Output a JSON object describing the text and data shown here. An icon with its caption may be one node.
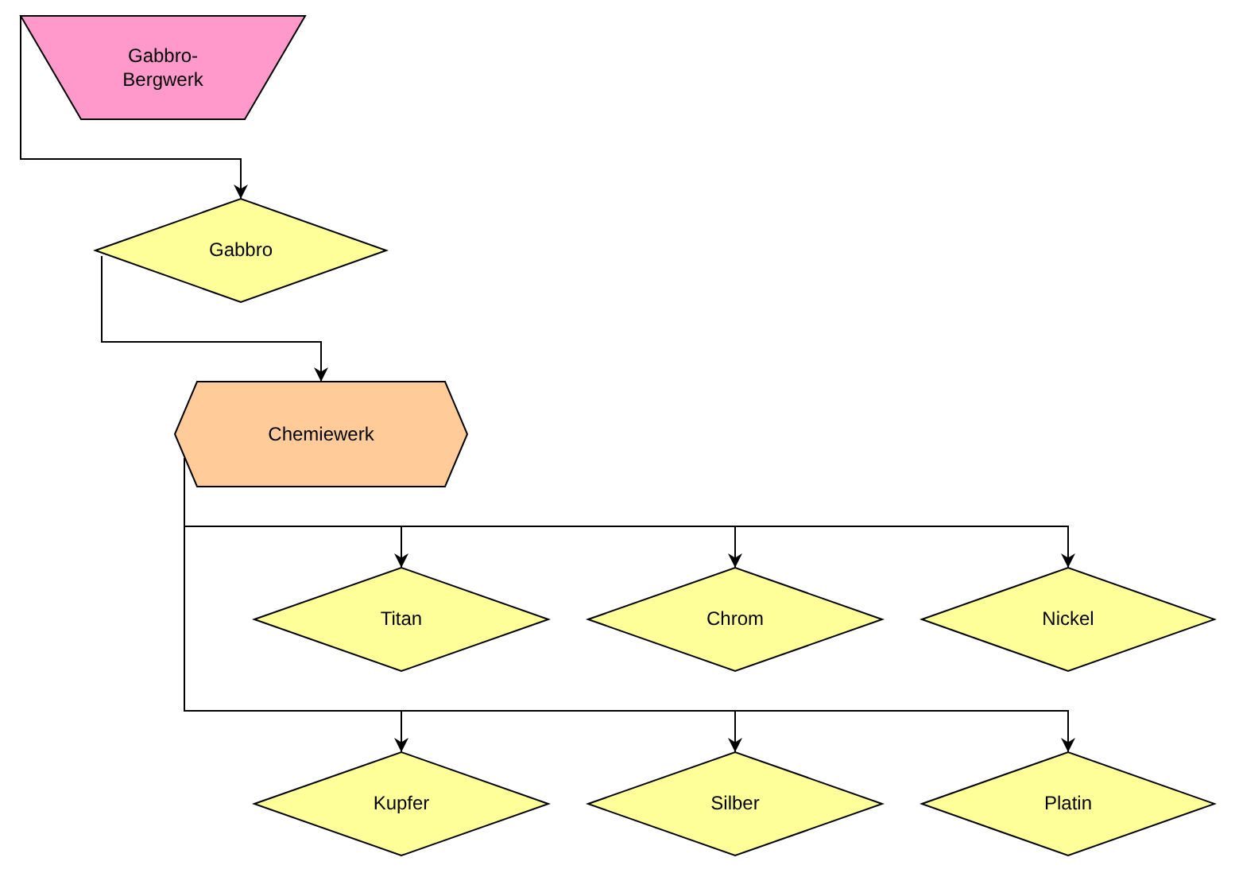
{
  "diagram": {
    "nodes": [
      {
        "text": [
          "Gabbro-Bergwerk"
        ]
      },
      {
        "text": [
          "Gabbro"
        ]
      },
      {
        "text": [
          "Chemiewerk"
        ]
      },
      {
        "text": [
          "Titan"
        ]
      },
      {
        "text": [
          "Chrom"
        ]
      },
      {
        "text": [
          "Nickel"
        ]
      },
      {
        "text": [
          "Kupfer"
        ]
      },
      {
        "text": [
          "Silber"
        ]
      },
      {
        "text": [
          "Platin"
        ]
      }
    ],
    "edges": [
      {
        "from": 0,
        "to": 1,
        "arrow": "to"
      },
      {
        "from": 1,
        "to": 2,
        "arrow": "to"
      },
      {
        "from": 2,
        "to": 3,
        "arrow": "to"
      },
      {
        "from": 2,
        "to": 4,
        "arrow": "to"
      },
      {
        "from": 2,
        "to": 5,
        "arrow": "to"
      },
      {
        "from": 2,
        "to": 6,
        "arrow": "to"
      },
      {
        "from": 2,
        "to": 7,
        "arrow": "to"
      },
      {
        "from": 2,
        "to": 8,
        "arrow": "to"
      }
    ]
  }
}
